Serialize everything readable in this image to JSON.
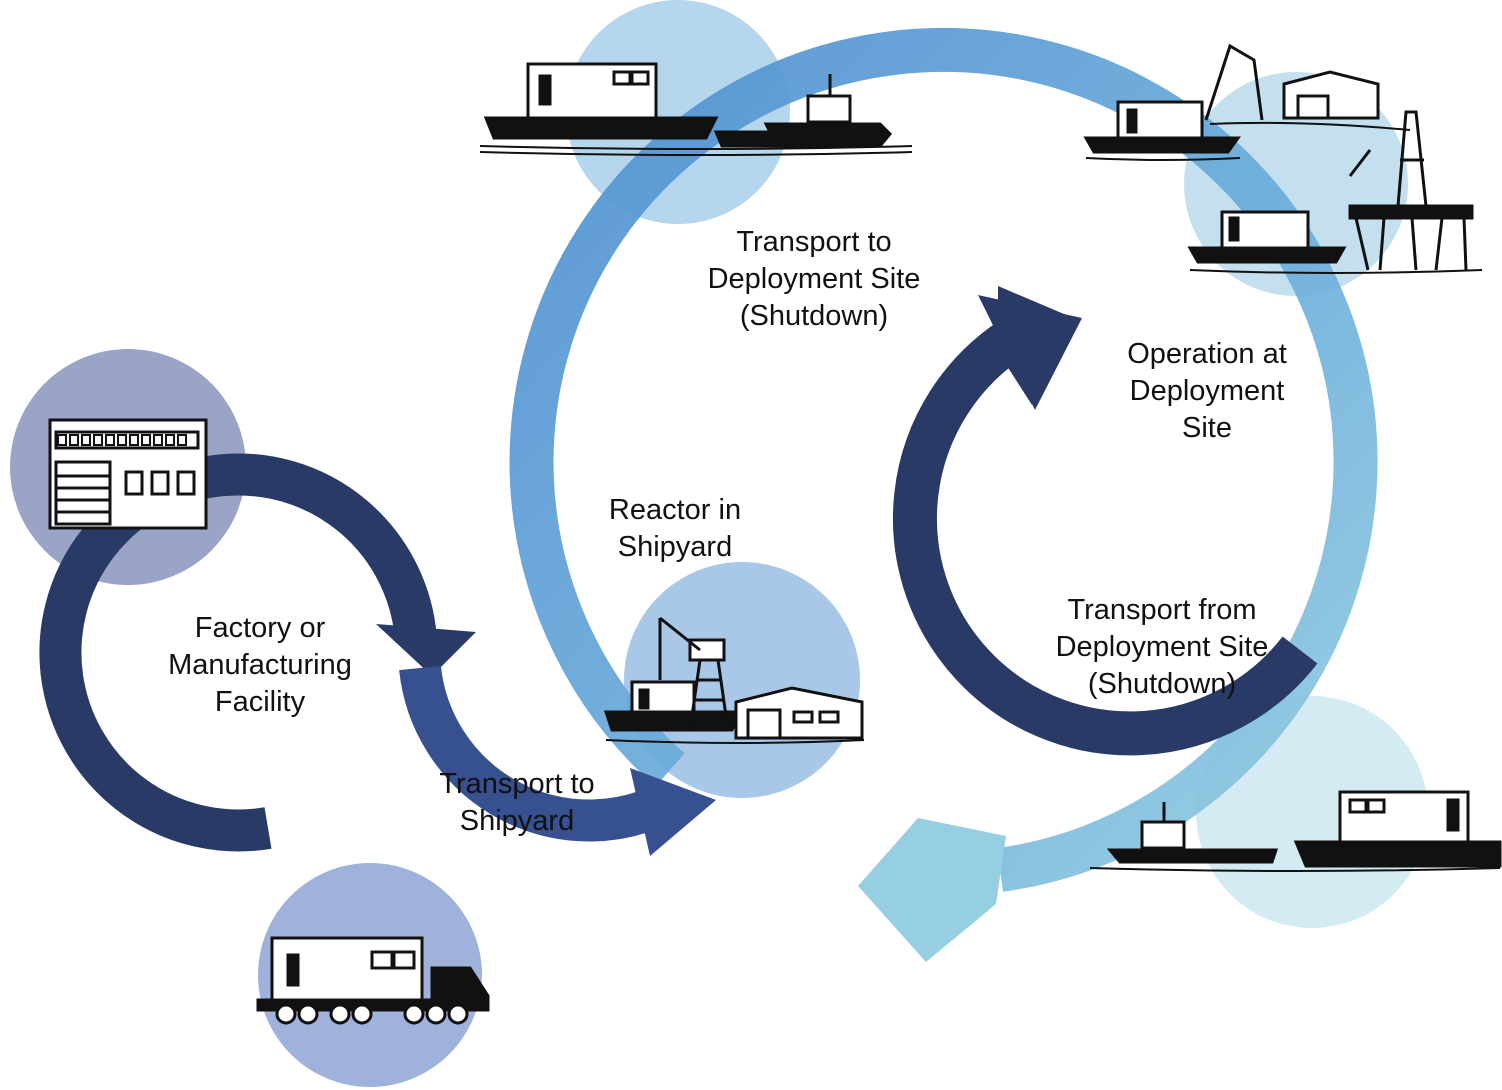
{
  "labels": {
    "factory": [
      "Factory or",
      "Manufacturing",
      "Facility"
    ],
    "transport_shipyard": [
      "Transport to",
      "Shipyard"
    ],
    "reactor_shipyard": [
      "Reactor in",
      "Shipyard"
    ],
    "transport_deploy": [
      "Transport to",
      "Deployment Site",
      "(Shutdown)"
    ],
    "operation": [
      "Operation at",
      "Deployment",
      "Site"
    ],
    "transport_from": [
      "Transport from",
      "Deployment Site",
      "(Shutdown)"
    ]
  },
  "colors": {
    "navy": "#2a3a67",
    "royal": "#37508f",
    "sky_start": "#5b97d3",
    "sky_end": "#8fcbe0",
    "factory_circle": "#9aa4c6",
    "truck_circle": "#9fb2dc",
    "shipyard_circle": "#a9c8e8",
    "top_ship_circle": "#b6d6ee",
    "deploy_circle": "#c4e0ef",
    "return_circle": "#d5ebf3"
  },
  "icons": [
    "factory-icon",
    "truck-icon",
    "barge-tug-icon",
    "shipyard-crane-icon",
    "coastal-site-icon",
    "oil-platform-icon",
    "return-barge-tug-icon"
  ]
}
